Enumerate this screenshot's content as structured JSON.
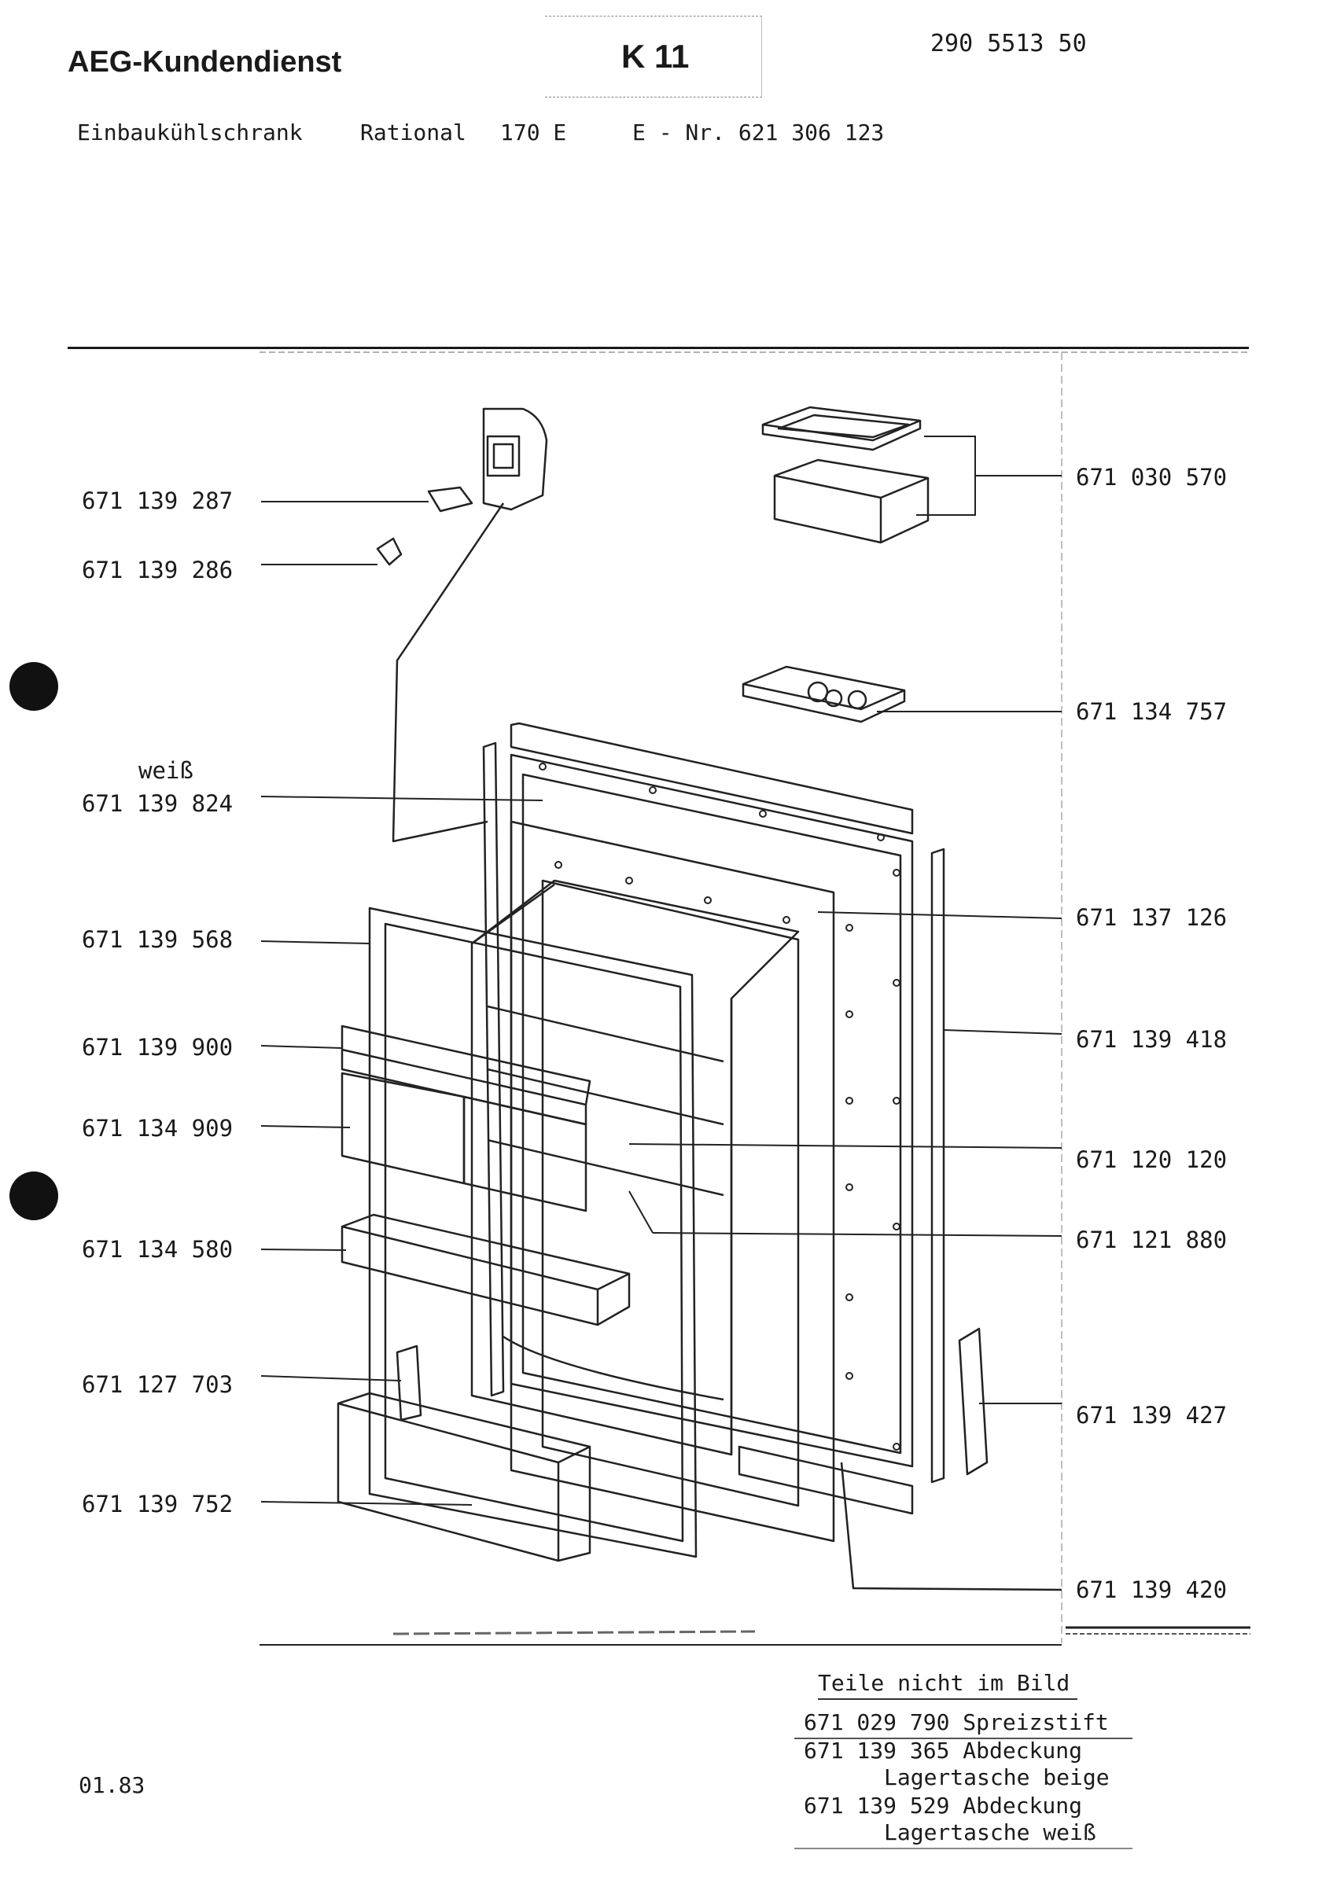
{
  "header": {
    "brand": "AEG-Kundendienst",
    "code": "K 11",
    "doc_number": "290 5513 50"
  },
  "subtitle": {
    "product": "Einbaukühlschrank",
    "model": "Rational",
    "variant": "170 E",
    "enr": "E - Nr. 621 306 123"
  },
  "parts_left": [
    {
      "id": "671 139 287"
    },
    {
      "id": "671 139 286"
    },
    {
      "note": "weiß",
      "id": "671 139 824"
    },
    {
      "id": "671 139 568"
    },
    {
      "id": "671 139 900"
    },
    {
      "id": "671 134 909"
    },
    {
      "id": "671 134 580"
    },
    {
      "id": "671 127 703"
    },
    {
      "id": "671 139 752"
    }
  ],
  "parts_right": [
    {
      "id": "671 030 570"
    },
    {
      "id": "671 134 757"
    },
    {
      "id": "671 137 126"
    },
    {
      "id": "671 139 418"
    },
    {
      "id": "671 120 120"
    },
    {
      "id": "671 121 880"
    },
    {
      "id": "671 139 427"
    },
    {
      "id": "671 139 420"
    }
  ],
  "not_shown": {
    "title": "Teile nicht im Bild",
    "items": [
      {
        "line1": "671 029 790  Spreizstift"
      },
      {
        "line1": "671 139 365 Abdeckung",
        "line2": "Lagertasche beige"
      },
      {
        "line1": "671 139 529 Abdeckung",
        "line2": "Lagertasche weiß"
      }
    ]
  },
  "date": "01.83"
}
